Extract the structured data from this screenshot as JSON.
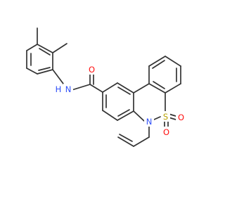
{
  "structure": {
    "atom_labels": [
      {
        "id": "o-amide",
        "text": "O",
        "color": "#ff0d0d"
      },
      {
        "id": "n-amide",
        "text": "N",
        "color": "#3050f8"
      },
      {
        "id": "h-amide",
        "text": "H",
        "color": "#3050f8"
      },
      {
        "id": "n-ring",
        "text": "N",
        "color": "#3050f8"
      },
      {
        "id": "s-ring",
        "text": "S",
        "color": "#b8a100"
      },
      {
        "id": "o-sulfonyl-1",
        "text": "O",
        "color": "#ff0d0d"
      },
      {
        "id": "o-sulfonyl-2",
        "text": "O",
        "color": "#ff0d0d"
      }
    ],
    "bond_color": "#333333"
  }
}
